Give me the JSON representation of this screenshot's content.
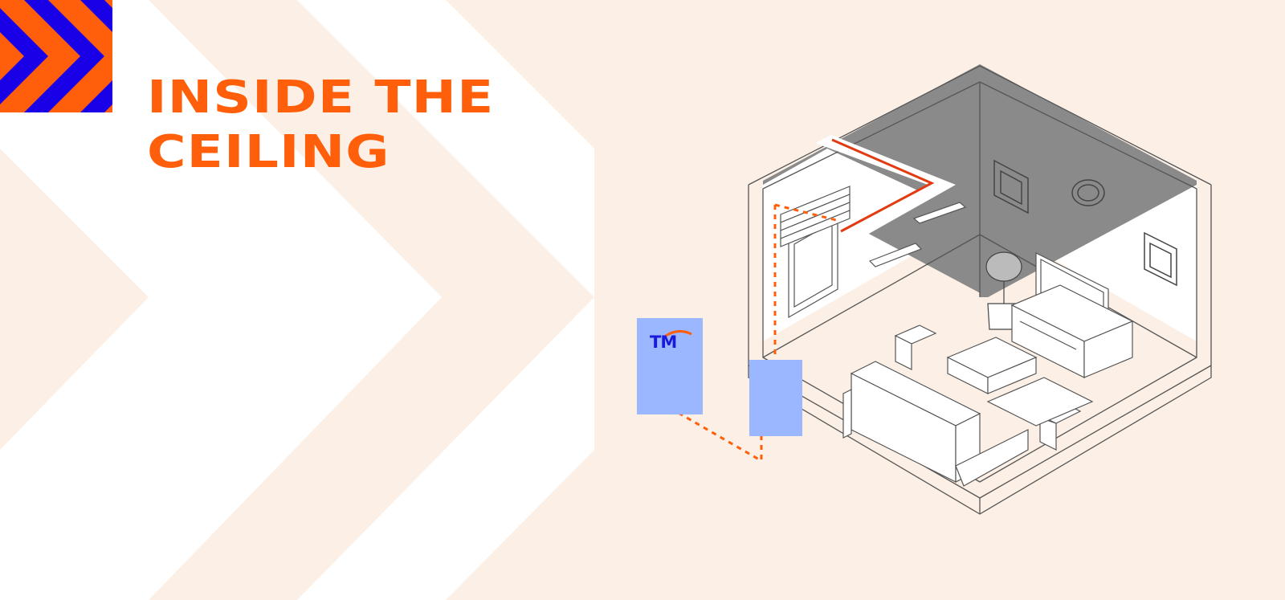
{
  "title": {
    "line1": "INSIDE THE",
    "line2": "CEILING"
  },
  "logo": {
    "text": "TM",
    "icon": "tm-swoosh-logo"
  },
  "colors": {
    "background": "#fcf0e6",
    "accent_orange": "#ff5f0a",
    "accent_blue": "#1a00e6",
    "device_blue": "#9bb7ff",
    "ceiling_gray": "#8a8a8a",
    "cable_red": "#e23b12"
  },
  "icons": [
    "chevron-pattern-icon",
    "router-box-icon",
    "wall-outlet-box-icon",
    "ceiling-cable-icon",
    "isometric-room-icon"
  ]
}
